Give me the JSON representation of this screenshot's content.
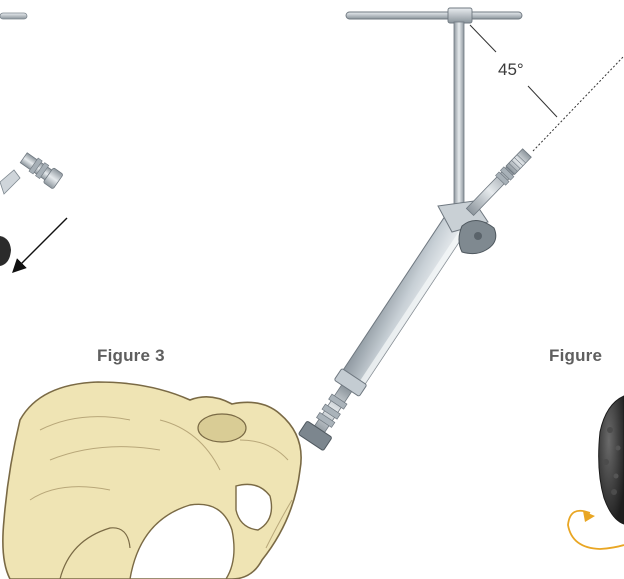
{
  "labels": {
    "figure_left": "Figure 3",
    "figure_right": "Figure",
    "angle": "45°"
  },
  "colors": {
    "bone_fill": "#efe4b4",
    "bone_stroke": "#7a6a45",
    "steel_light": "#dfe4e8",
    "steel_mid": "#b7c0c7",
    "steel_dark": "#7d878f",
    "arrow_orange": "#e9a623",
    "rock_dark": "#2e2e2e",
    "label_gray": "#5f5f5f"
  },
  "icons": {
    "down_left_arrow": "arrow-down-left-icon",
    "rotation_arrow": "rotation-arrow-icon"
  }
}
